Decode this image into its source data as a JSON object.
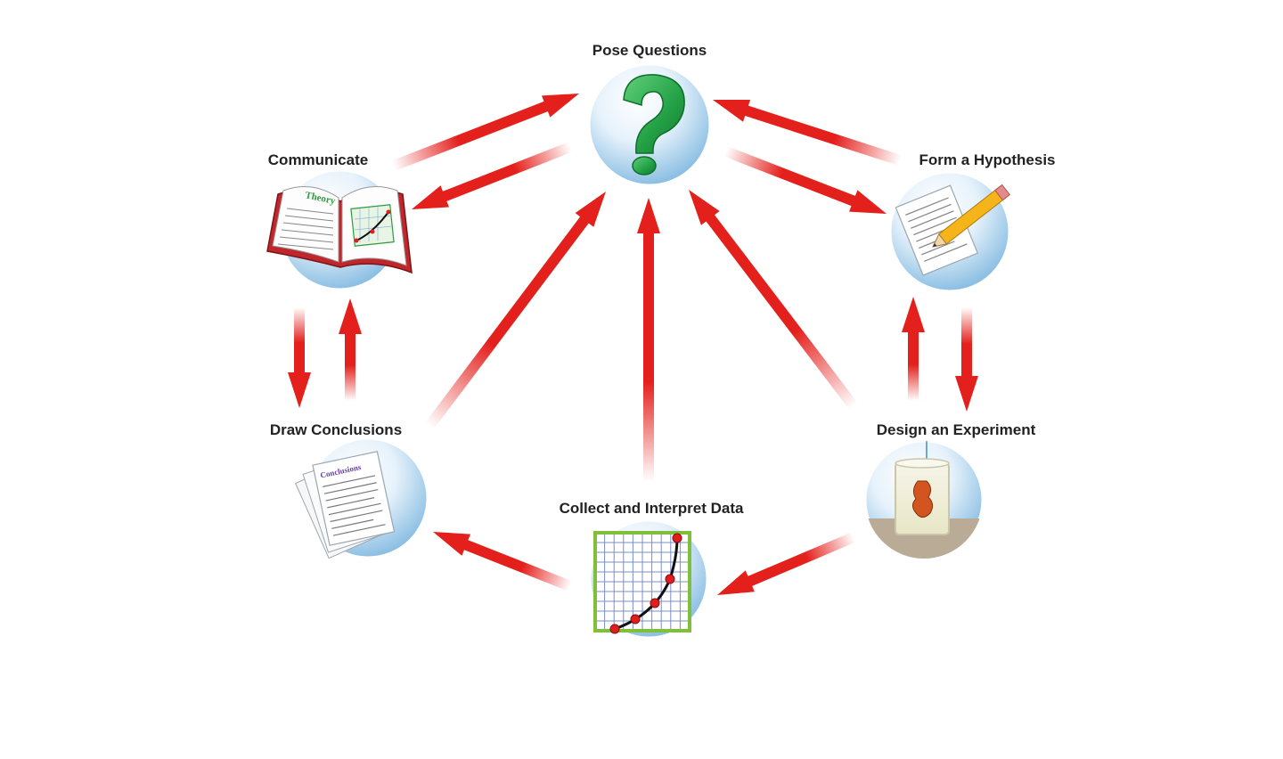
{
  "diagram": {
    "nodes": [
      {
        "id": "pose",
        "label": "Pose Questions",
        "icon": "question-mark-icon"
      },
      {
        "id": "hypothesis",
        "label": "Form a Hypothesis",
        "icon": "paper-pencil-icon"
      },
      {
        "id": "experiment",
        "label": "Design an Experiment",
        "icon": "beaker-icon"
      },
      {
        "id": "data",
        "label": "Collect and Interpret Data",
        "icon": "graph-icon"
      },
      {
        "id": "conclusions",
        "label": "Draw Conclusions",
        "icon": "documents-icon"
      },
      {
        "id": "communicate",
        "label": "Communicate",
        "icon": "book-icon"
      }
    ],
    "icon_text": {
      "book_page": "Theory",
      "paper_heading": "Conclusions"
    },
    "edges": [
      {
        "from": "communicate",
        "to": "pose"
      },
      {
        "from": "pose",
        "to": "communicate"
      },
      {
        "from": "pose",
        "to": "hypothesis"
      },
      {
        "from": "hypothesis",
        "to": "pose"
      },
      {
        "from": "hypothesis",
        "to": "experiment"
      },
      {
        "from": "experiment",
        "to": "hypothesis"
      },
      {
        "from": "experiment",
        "to": "data"
      },
      {
        "from": "data",
        "to": "conclusions"
      },
      {
        "from": "conclusions",
        "to": "communicate"
      },
      {
        "from": "communicate",
        "to": "conclusions"
      },
      {
        "from": "conclusions",
        "to": "pose"
      },
      {
        "from": "data",
        "to": "pose"
      },
      {
        "from": "experiment",
        "to": "pose"
      }
    ],
    "colors": {
      "arrow": "#e4201c",
      "circle_light": "#eef6fc",
      "circle_dark": "#8fc3e6",
      "question_green": "#27a24a"
    }
  }
}
